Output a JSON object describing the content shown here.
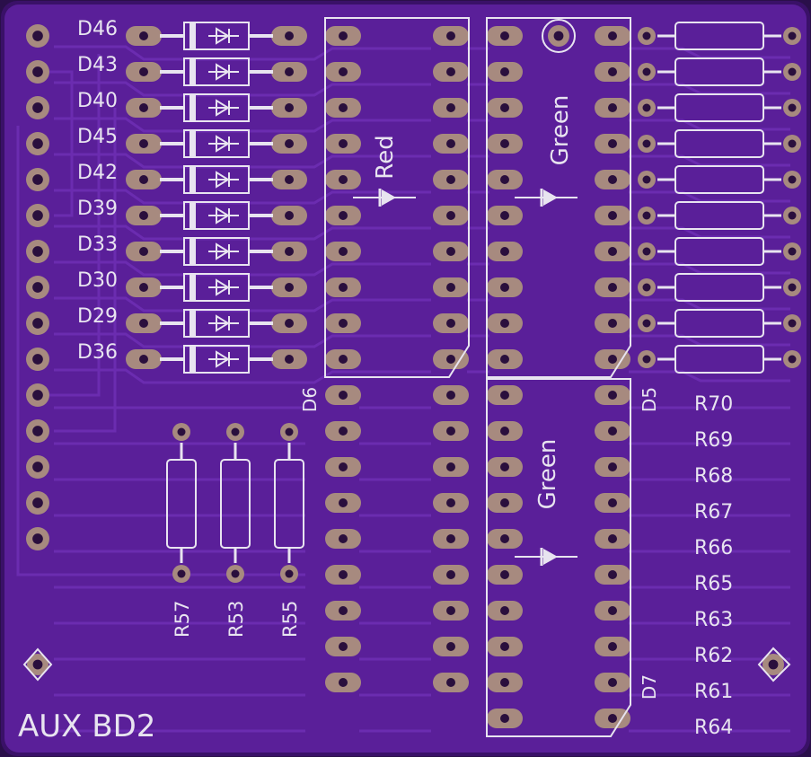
{
  "board": {
    "label": "AUX BD2",
    "colors": {
      "substrate": "#5a1f99",
      "substrate_edge": "#3a1168",
      "trace": "#6b2cb0",
      "pad": "#a78a7f",
      "pad_hole": "#2a0f3d",
      "silkscreen": "#e8e4f0"
    }
  },
  "diodes": [
    "D46",
    "D43",
    "D40",
    "D45",
    "D42",
    "D39",
    "D33",
    "D30",
    "D29",
    "D36"
  ],
  "resistors_right": [
    "R70",
    "R69",
    "R68",
    "R67",
    "R66",
    "R65",
    "R63",
    "R62",
    "R61",
    "R64"
  ],
  "resistors_bottom": [
    "R57",
    "R53",
    "R55"
  ],
  "led_blocks": [
    {
      "ref": "D6",
      "color_label": "Red"
    },
    {
      "ref": "D5",
      "color_label": "Green"
    },
    {
      "ref": "D7",
      "color_label": "Green"
    }
  ]
}
